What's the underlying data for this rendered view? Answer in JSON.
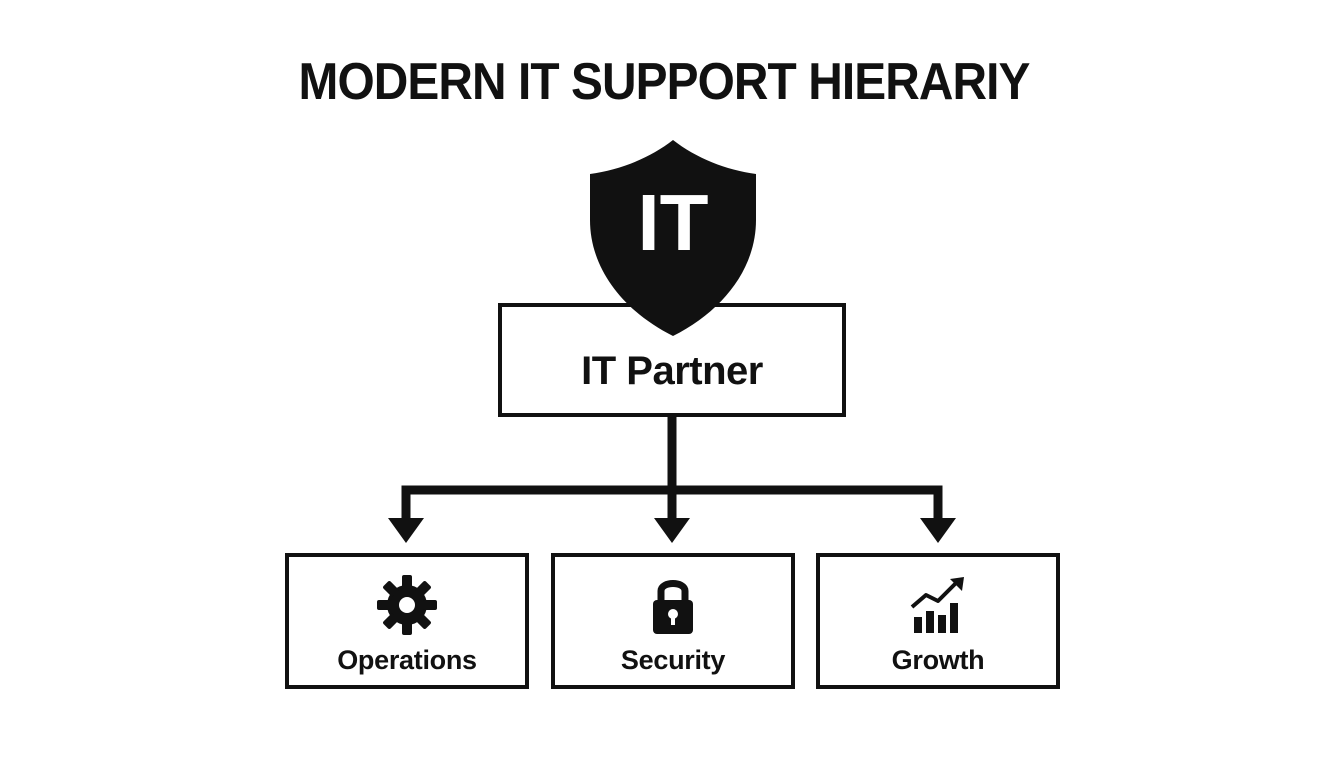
{
  "title": "MODERN IT SUPPORT HIERARIY",
  "badge": {
    "icon": "shield-icon",
    "text": "IT"
  },
  "root": {
    "label": "IT Partner"
  },
  "children": [
    {
      "label": "Operations",
      "icon": "gear-icon"
    },
    {
      "label": "Security",
      "icon": "padlock-icon"
    },
    {
      "label": "Growth",
      "icon": "growth-chart-icon"
    }
  ],
  "colors": {
    "ink": "#111111",
    "background": "#ffffff"
  }
}
